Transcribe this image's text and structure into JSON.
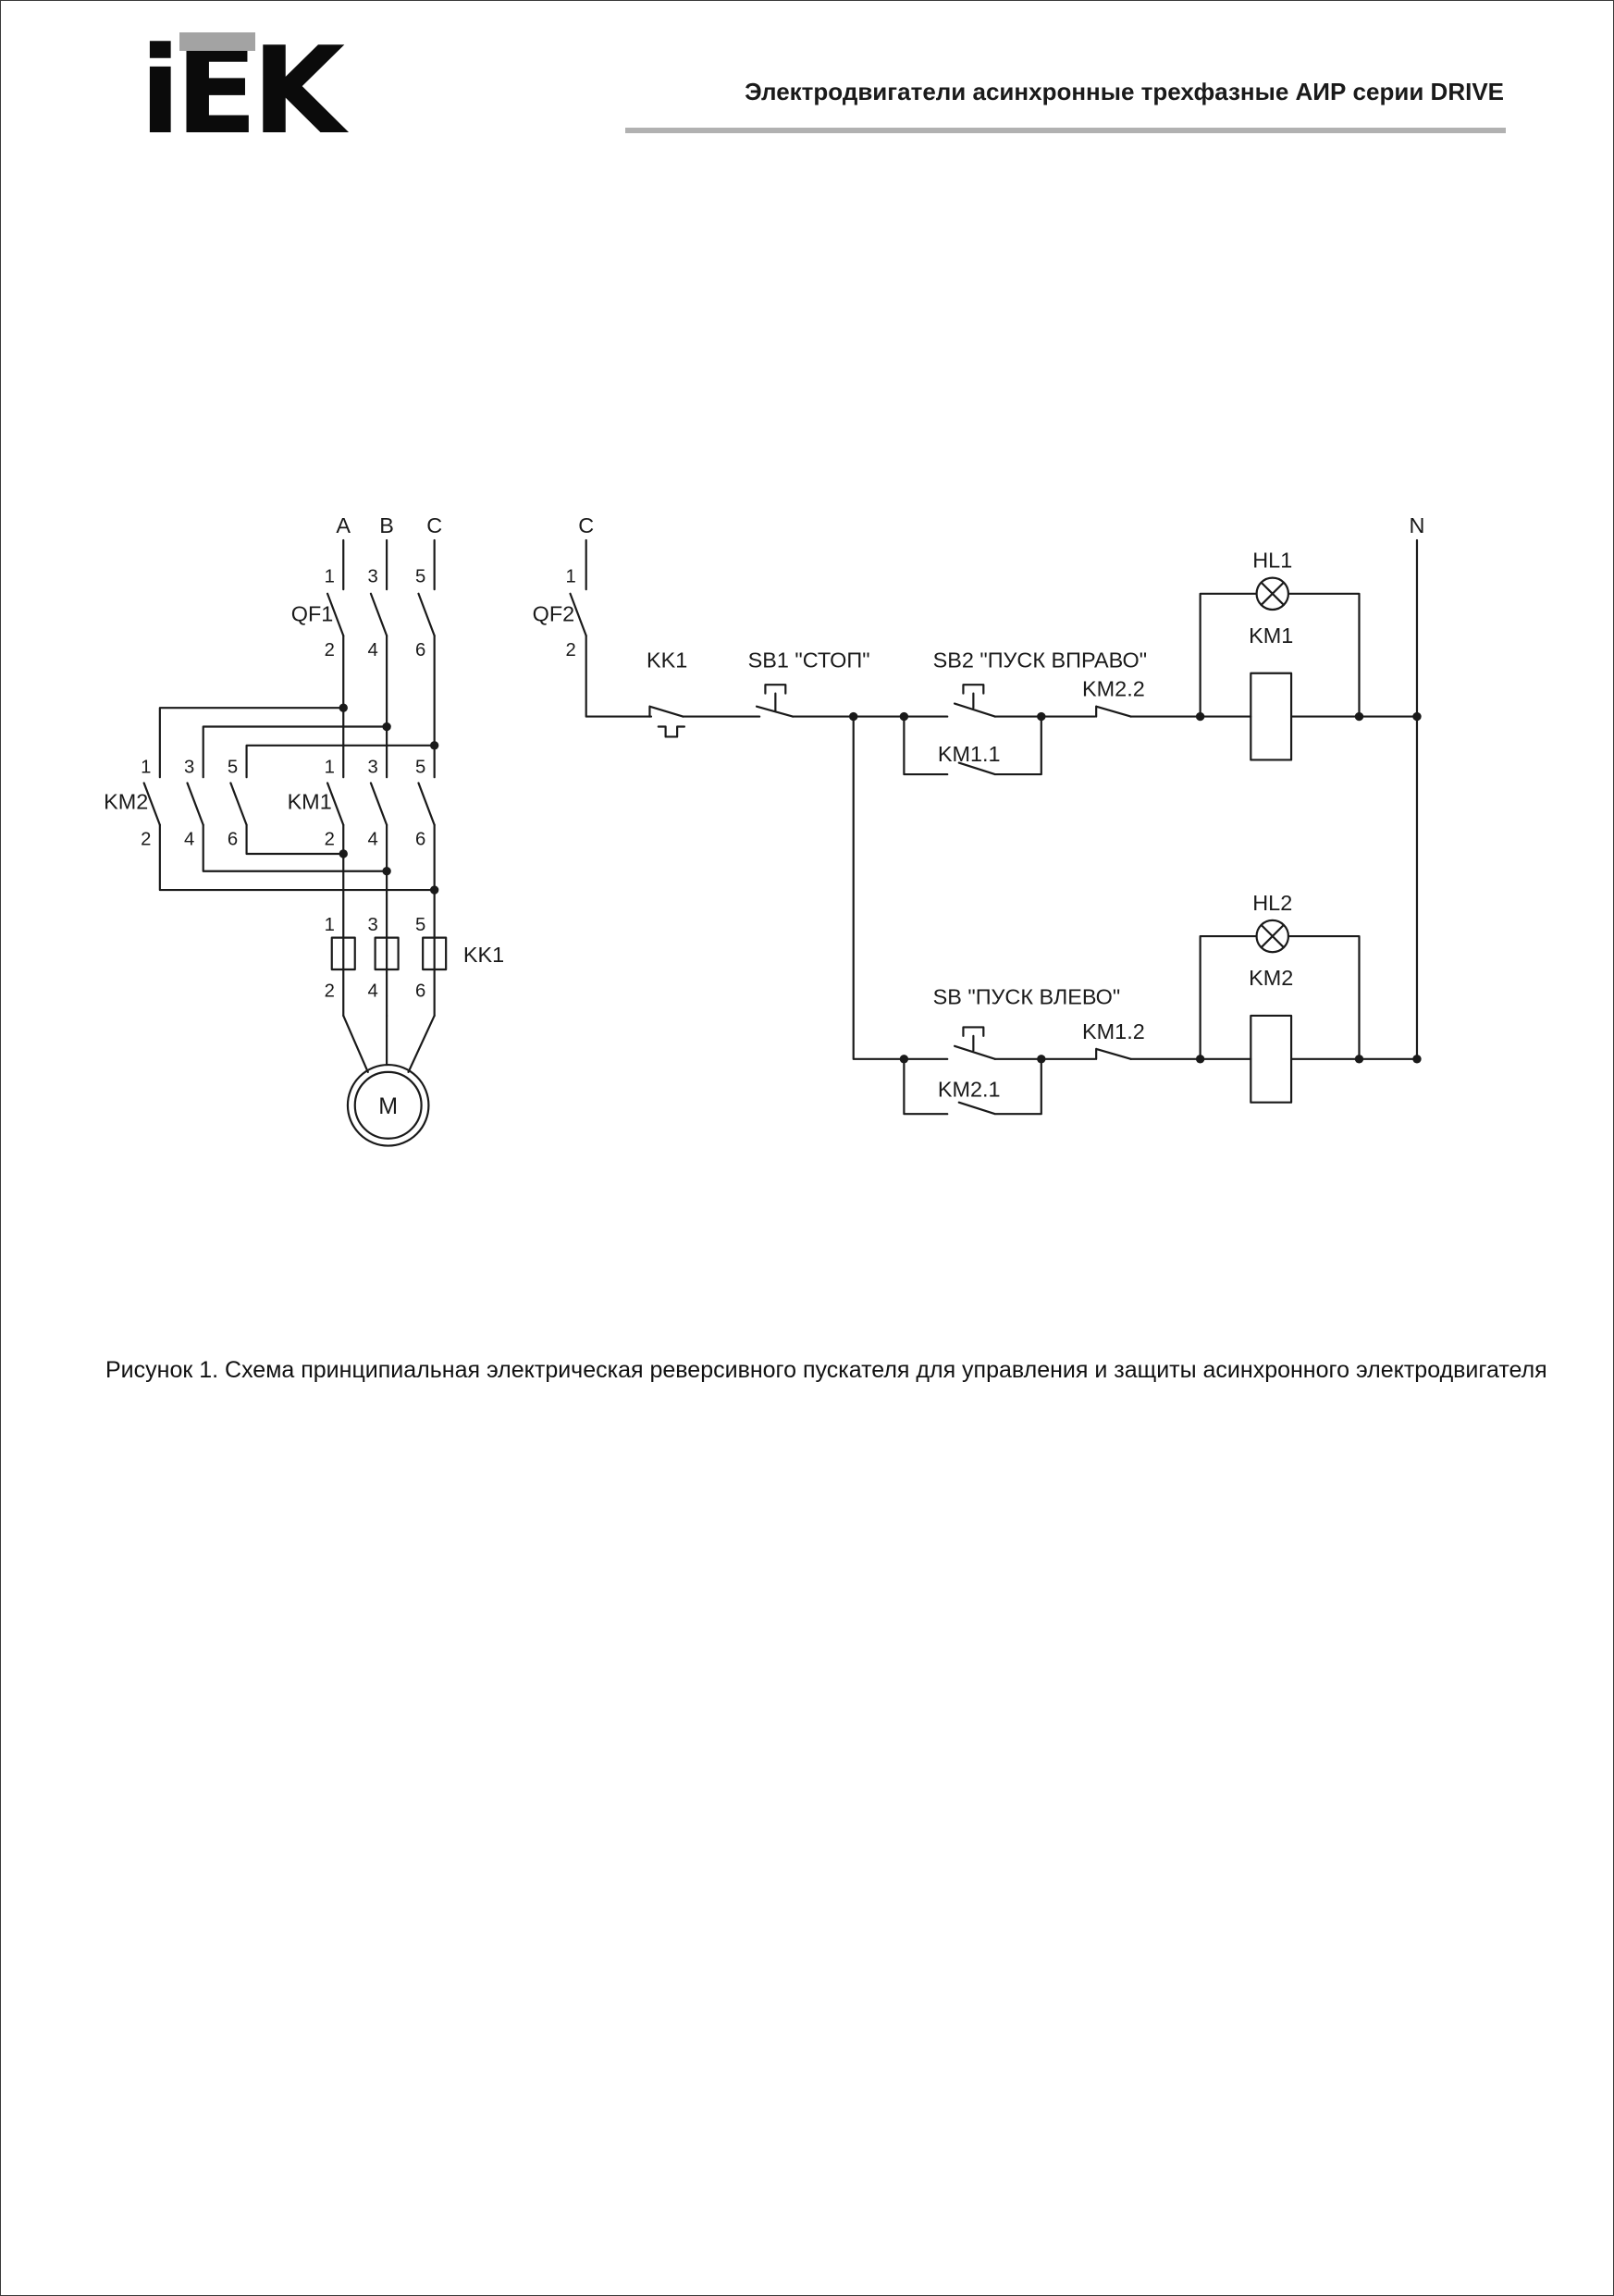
{
  "header": {
    "logo": {
      "i": "i",
      "e": "E",
      "k": "K"
    },
    "title": "Электродвигатели асинхронные трехфазные АИР серии DRIVE"
  },
  "caption": "Рисунок 1. Схема принципиальная электрическая реверсивного пускателя для управления и защиты асинхронного электродвигателя",
  "diagram": {
    "phases": {
      "a": "A",
      "b": "B",
      "c_power": "C",
      "c_control": "C",
      "n": "N"
    },
    "breaker_qf1": "QF1",
    "breaker_qf2": "QF2",
    "contactor_km1": "KM1",
    "contactor_km2": "KM2",
    "thermal_relay": "KK1",
    "thermal_contact": "KK1",
    "button_stop": "SB1 \"СТОП\"",
    "button_start_right": "SB2 \"ПУСК ВПРАВО\"",
    "button_start_left": "SB \"ПУСК ВЛЕВО\"",
    "aux_km11": "KM1.1",
    "aux_km22": "KM2.2",
    "aux_km21": "KM2.1",
    "aux_km12": "KM1.2",
    "coil_km1": "KM1",
    "coil_km2": "KM2",
    "lamp_hl1": "HL1",
    "lamp_hl2": "HL2",
    "motor": "M",
    "terminals_odd": [
      "1",
      "3",
      "5"
    ],
    "terminals_even": [
      "2",
      "4",
      "6"
    ],
    "line_color": "#1a1a1a"
  }
}
